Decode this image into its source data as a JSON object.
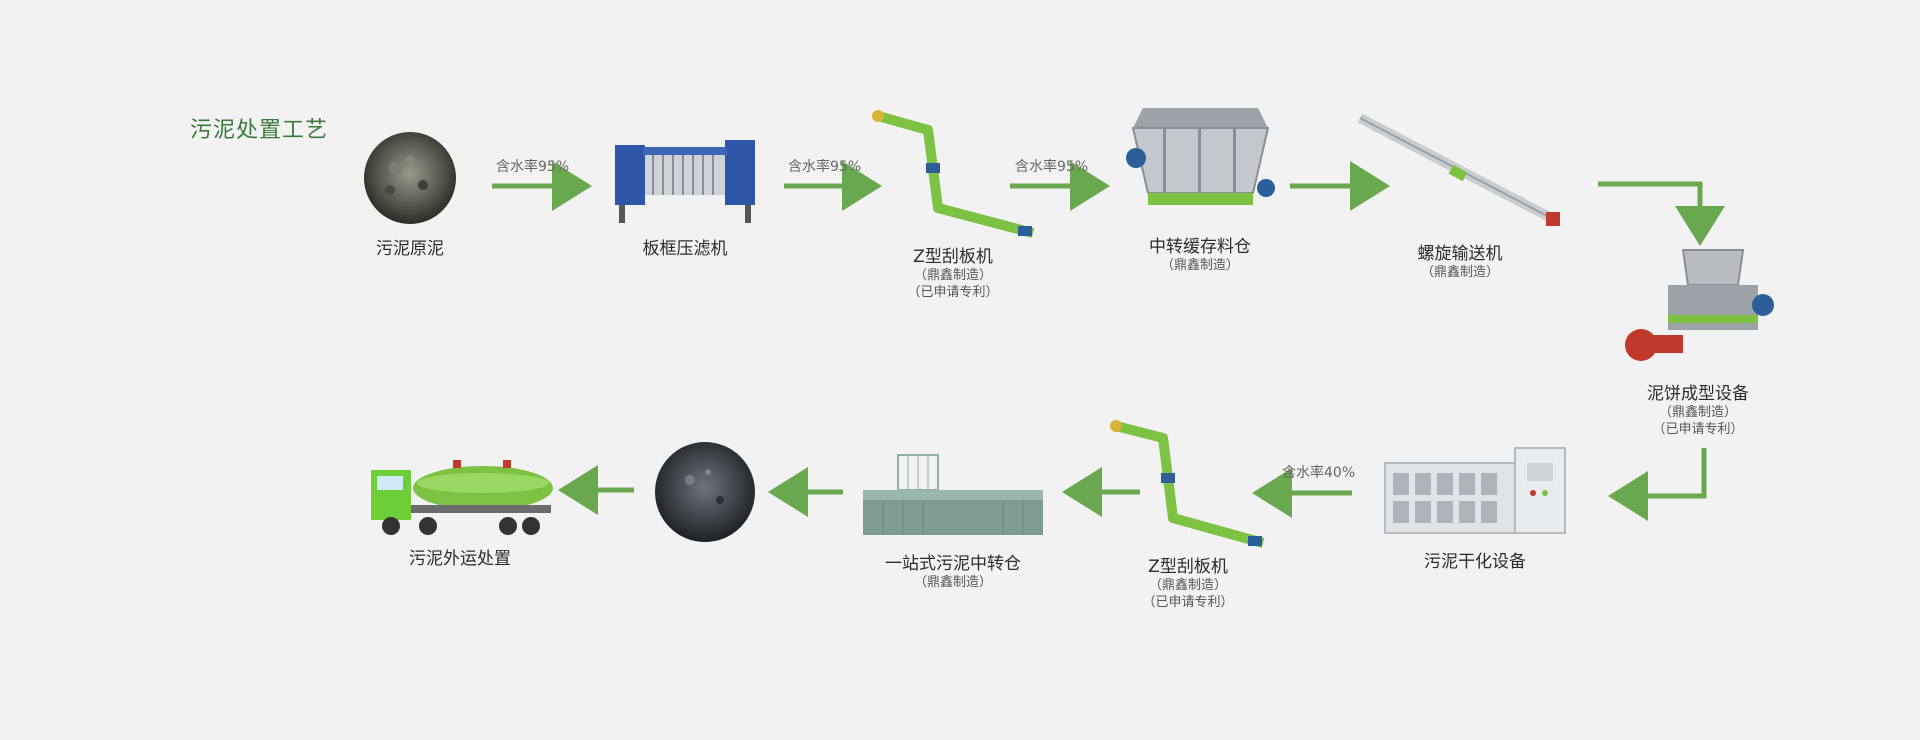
{
  "title": "污泥处置工艺",
  "nodes": [
    {
      "id": "raw",
      "label": "污泥原泥",
      "sub": []
    },
    {
      "id": "press",
      "label": "板框压滤机",
      "sub": []
    },
    {
      "id": "z1",
      "label": "Z型刮板机",
      "sub": [
        "（鼎鑫制造）",
        "（已申请专利）"
      ]
    },
    {
      "id": "buffer",
      "label": "中转缓存料仓",
      "sub": [
        "（鼎鑫制造）"
      ]
    },
    {
      "id": "screw",
      "label": "螺旋输送机",
      "sub": [
        "（鼎鑫制造）"
      ]
    },
    {
      "id": "cake",
      "label": "泥饼成型设备",
      "sub": [
        "（鼎鑫制造）",
        "（已申请专利）"
      ]
    },
    {
      "id": "dryer",
      "label": "污泥干化设备",
      "sub": []
    },
    {
      "id": "z2",
      "label": "Z型刮板机",
      "sub": [
        "（鼎鑫制造）",
        "（已申请专利）"
      ]
    },
    {
      "id": "station",
      "label": "一站式污泥中转仓",
      "sub": [
        "（鼎鑫制造）"
      ]
    },
    {
      "id": "dried",
      "label": "",
      "sub": []
    },
    {
      "id": "truck",
      "label": "污泥外运处置",
      "sub": []
    }
  ],
  "water_content": {
    "a1": "含水率95%",
    "a2": "含水率95%",
    "a3": "含水率95%",
    "a7": "含水率40%"
  },
  "colors": {
    "arrow": "#6aa84f",
    "title": "#3c7a3c"
  }
}
